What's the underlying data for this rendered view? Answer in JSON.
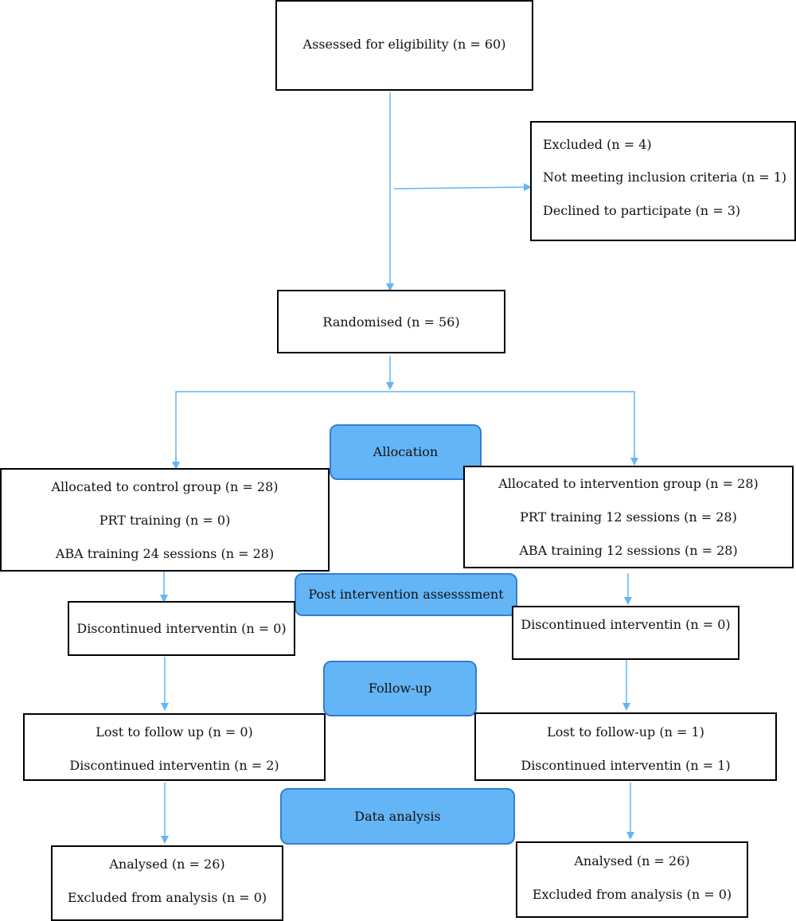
{
  "colors": {
    "arrow": "#64b5f6",
    "stage_fill": "#64b5f6",
    "stage_border": "#2f7fd6",
    "box_border": "#000000"
  },
  "enrollment": {
    "assessed": "Assessed for eligibility (n = 60)",
    "excluded": {
      "title": "Excluded (n = 4)",
      "not_meeting": "Not meeting inclusion criteria (n = 1)",
      "declined": "Declined to participate (n = 3)"
    },
    "randomised": "Randomised (n = 56)"
  },
  "stages": {
    "allocation": "Allocation",
    "post_intervention": "Post intervention assesssment",
    "follow_up": "Follow-up",
    "data_analysis": "Data analysis"
  },
  "control": {
    "allocated": "Allocated to control group (n = 28)",
    "prt": "PRT training (n = 0)",
    "aba": "ABA training 24 sessions (n = 28)",
    "discontinued_post": "Discontinued interventin (n = 0)",
    "lost": "Lost to follow up (n = 0)",
    "discontinued_follow": "Discontinued interventin (n = 2)",
    "analysed": "Analysed (n = 26)",
    "excluded_analysis": "Excluded from analysis (n = 0)"
  },
  "intervention": {
    "allocated": "Allocated to intervention group (n = 28)",
    "prt": "PRT training 12 sessions (n = 28)",
    "aba": "ABA training 12 sessions (n = 28)",
    "discontinued_post": "Discontinued interventin (n = 0)",
    "lost": "Lost to follow-up (n = 1)",
    "discontinued_follow": "Discontinued interventin (n = 1)",
    "analysed": "Analysed (n = 26)",
    "excluded_analysis": "Excluded from analysis (n = 0)"
  }
}
